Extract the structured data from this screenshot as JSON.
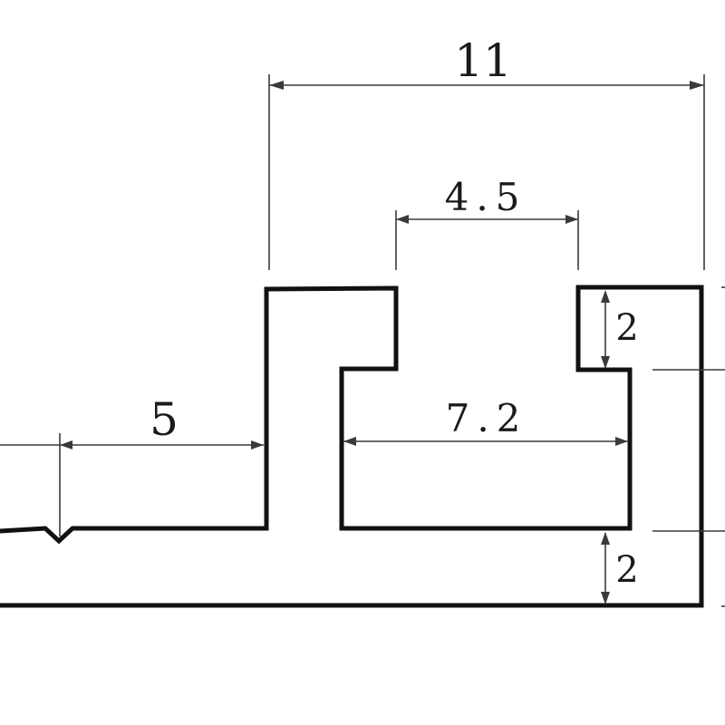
{
  "dimensions": {
    "overall_width": "11",
    "slot_opening": "4.5",
    "inner_width": "7.2",
    "left_flange": "5",
    "lip_height": "2",
    "base_thickness": "2"
  },
  "colors": {
    "profile_outline": "#111111",
    "dimension_lines": "#3a3a3a",
    "text": "#1a1a1a",
    "background": "#ffffff"
  }
}
